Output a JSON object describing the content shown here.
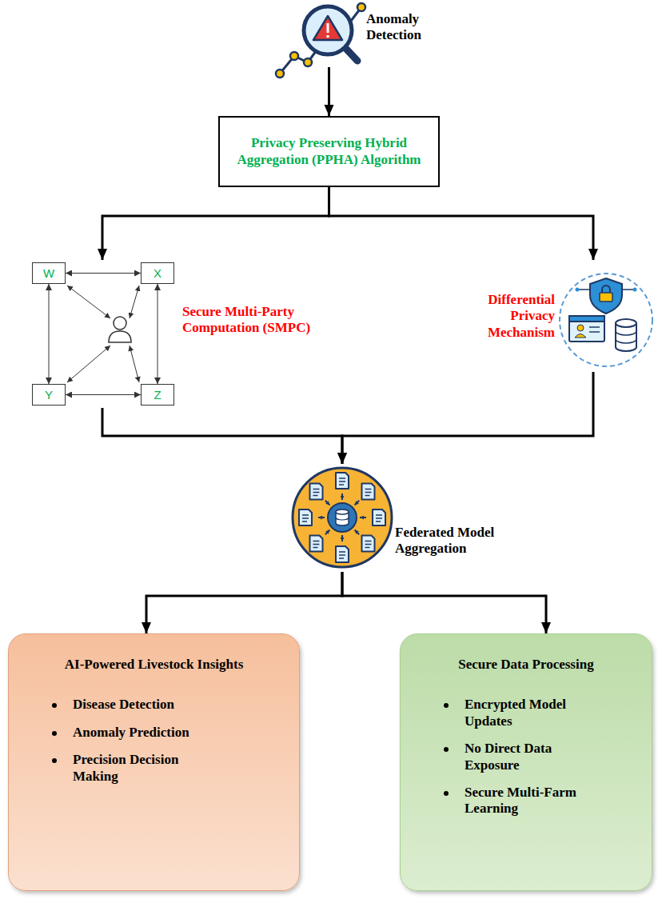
{
  "diagram": {
    "nodes": [
      {
        "text": [
          "Anomaly Detection"
        ]
      },
      {
        "text": [
          "Privacy Preserving Hybrid Aggregation (PPHA) Algorithm"
        ]
      },
      {
        "text": [
          "Secure Multi-Party Computation (SMPC)"
        ]
      },
      {
        "text": [
          "W"
        ],
        "in": 2
      },
      {
        "text": [
          "X"
        ],
        "in": 2
      },
      {
        "text": [
          "Y"
        ],
        "in": 2
      },
      {
        "text": [
          "Z"
        ],
        "in": 2
      },
      {
        "text": [
          "Differential Privacy Mechanism"
        ]
      },
      {
        "text": [
          "Federated Model Aggregation"
        ]
      },
      {
        "text": [
          "AI-Powered Livestock Insights",
          "Disease Detection",
          "Anomaly Prediction",
          "Precision Decision Making"
        ]
      },
      {
        "text": [
          "Secure Data Processing",
          "Encrypted Model Updates",
          "No Direct Data Exposure",
          "Secure Multi-Farm Learning"
        ]
      }
    ],
    "edges": [
      {
        "from": 0,
        "to": 1,
        "arrow": "to"
      },
      {
        "from": 1,
        "to": 2,
        "arrow": "to"
      },
      {
        "from": 1,
        "to": 7,
        "arrow": "to"
      },
      {
        "from": 2,
        "to": 8,
        "arrow": "to"
      },
      {
        "from": 7,
        "to": 8,
        "arrow": "to"
      },
      {
        "from": 8,
        "to": 9,
        "arrow": "to"
      },
      {
        "from": 8,
        "to": 10,
        "arrow": "to"
      },
      {
        "from": 3,
        "to": 4,
        "arrow": "both"
      },
      {
        "from": 3,
        "to": 5,
        "arrow": "both"
      },
      {
        "from": 4,
        "to": 6,
        "arrow": "both"
      },
      {
        "from": 5,
        "to": 6,
        "arrow": "both"
      }
    ]
  }
}
